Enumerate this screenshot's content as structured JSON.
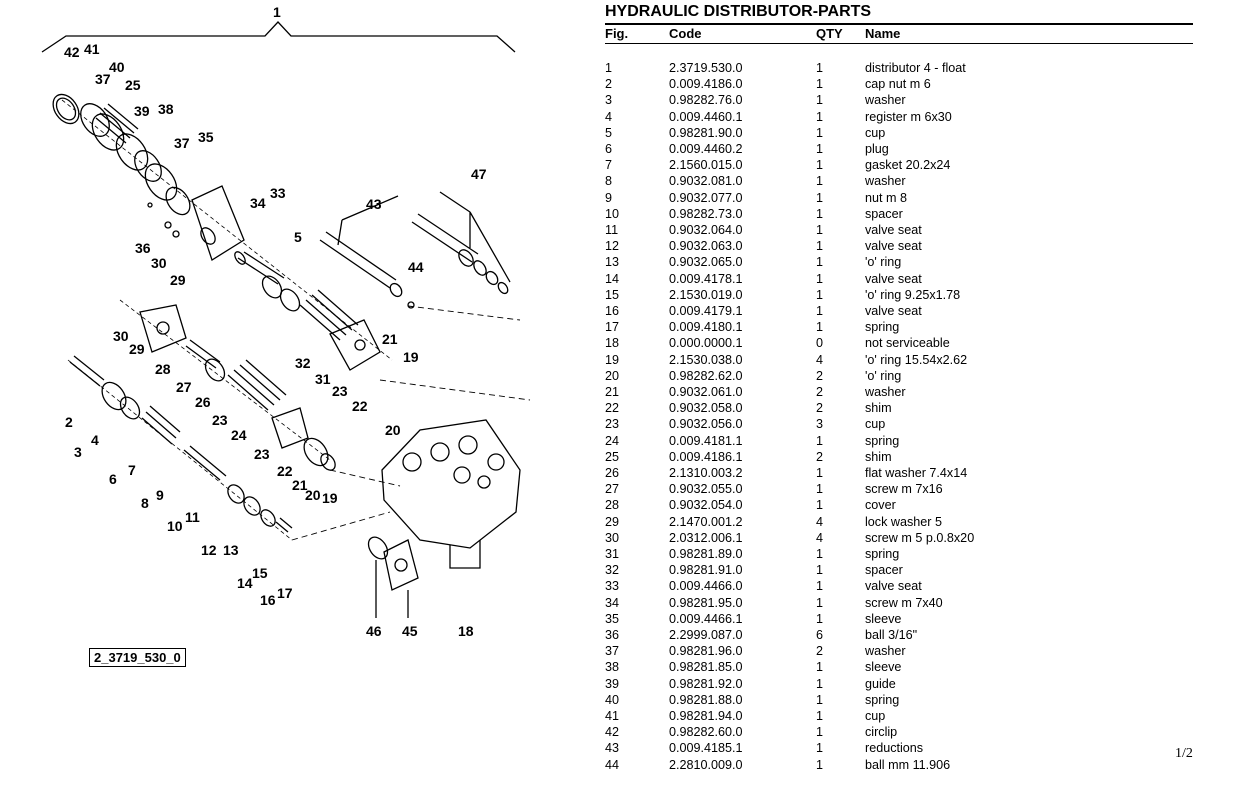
{
  "document": {
    "title": "HYDRAULIC DISTRIBUTOR-PARTS",
    "columns": {
      "fig": "Fig.",
      "code": "Code",
      "qty": "QTY",
      "name": "Name"
    },
    "page_number": "1/2"
  },
  "diagram": {
    "drawing_id": "2_3719_530_0",
    "labels": [
      "1",
      "42",
      "41",
      "40",
      "37",
      "25",
      "39",
      "38",
      "37",
      "35",
      "36",
      "30",
      "29",
      "34",
      "33",
      "5",
      "43",
      "47",
      "44",
      "30",
      "29",
      "28",
      "27",
      "26",
      "23",
      "24",
      "32",
      "31",
      "23",
      "22",
      "21",
      "19",
      "2",
      "4",
      "3",
      "6",
      "7",
      "8",
      "9",
      "10",
      "11",
      "12",
      "13",
      "14",
      "15",
      "16",
      "17",
      "23",
      "22",
      "21",
      "20",
      "19",
      "20",
      "46",
      "45",
      "18"
    ]
  },
  "parts": [
    {
      "fig": "1",
      "code": "2.3719.530.0",
      "qty": "1",
      "name": "distributor 4 - float"
    },
    {
      "fig": "2",
      "code": "0.009.4186.0",
      "qty": "1",
      "name": "cap nut m 6"
    },
    {
      "fig": "3",
      "code": "0.98282.76.0",
      "qty": "1",
      "name": "washer"
    },
    {
      "fig": "4",
      "code": "0.009.4460.1",
      "qty": "1",
      "name": "register m 6x30"
    },
    {
      "fig": "5",
      "code": "0.98281.90.0",
      "qty": "1",
      "name": "cup"
    },
    {
      "fig": "6",
      "code": "0.009.4460.2",
      "qty": "1",
      "name": "plug"
    },
    {
      "fig": "7",
      "code": "2.1560.015.0",
      "qty": "1",
      "name": "gasket 20.2x24"
    },
    {
      "fig": "8",
      "code": "0.9032.081.0",
      "qty": "1",
      "name": "washer"
    },
    {
      "fig": "9",
      "code": "0.9032.077.0",
      "qty": "1",
      "name": "nut m 8"
    },
    {
      "fig": "10",
      "code": "0.98282.73.0",
      "qty": "1",
      "name": "spacer"
    },
    {
      "fig": "11",
      "code": "0.9032.064.0",
      "qty": "1",
      "name": "valve seat"
    },
    {
      "fig": "12",
      "code": "0.9032.063.0",
      "qty": "1",
      "name": "valve seat"
    },
    {
      "fig": "13",
      "code": "0.9032.065.0",
      "qty": "1",
      "name": "'o' ring"
    },
    {
      "fig": "14",
      "code": "0.009.4178.1",
      "qty": "1",
      "name": "valve seat"
    },
    {
      "fig": "15",
      "code": "2.1530.019.0",
      "qty": "1",
      "name": "'o' ring 9.25x1.78"
    },
    {
      "fig": "16",
      "code": "0.009.4179.1",
      "qty": "1",
      "name": "valve seat"
    },
    {
      "fig": "17",
      "code": "0.009.4180.1",
      "qty": "1",
      "name": "spring"
    },
    {
      "fig": "18",
      "code": "0.000.0000.1",
      "qty": "0",
      "name": "not serviceable"
    },
    {
      "fig": "19",
      "code": "2.1530.038.0",
      "qty": "4",
      "name": "'o' ring 15.54x2.62"
    },
    {
      "fig": "20",
      "code": "0.98282.62.0",
      "qty": "2",
      "name": "'o' ring"
    },
    {
      "fig": "21",
      "code": "0.9032.061.0",
      "qty": "2",
      "name": "washer"
    },
    {
      "fig": "22",
      "code": "0.9032.058.0",
      "qty": "2",
      "name": "shim"
    },
    {
      "fig": "23",
      "code": "0.9032.056.0",
      "qty": "3",
      "name": "cup"
    },
    {
      "fig": "24",
      "code": "0.009.4181.1",
      "qty": "1",
      "name": "spring"
    },
    {
      "fig": "25",
      "code": "0.009.4186.1",
      "qty": "2",
      "name": "shim"
    },
    {
      "fig": "26",
      "code": "2.1310.003.2",
      "qty": "1",
      "name": "flat washer 7.4x14"
    },
    {
      "fig": "27",
      "code": "0.9032.055.0",
      "qty": "1",
      "name": "screw m 7x16"
    },
    {
      "fig": "28",
      "code": "0.9032.054.0",
      "qty": "1",
      "name": "cover"
    },
    {
      "fig": "29",
      "code": "2.1470.001.2",
      "qty": "4",
      "name": "lock washer 5"
    },
    {
      "fig": "30",
      "code": "2.0312.006.1",
      "qty": "4",
      "name": "screw m 5 p.0.8x20"
    },
    {
      "fig": "31",
      "code": "0.98281.89.0",
      "qty": "1",
      "name": "spring"
    },
    {
      "fig": "32",
      "code": "0.98281.91.0",
      "qty": "1",
      "name": "spacer"
    },
    {
      "fig": "33",
      "code": "0.009.4466.0",
      "qty": "1",
      "name": "valve seat"
    },
    {
      "fig": "34",
      "code": "0.98281.95.0",
      "qty": "1",
      "name": "screw m 7x40"
    },
    {
      "fig": "35",
      "code": "0.009.4466.1",
      "qty": "1",
      "name": "sleeve"
    },
    {
      "fig": "36",
      "code": "2.2999.087.0",
      "qty": "6",
      "name": "ball 3/16\""
    },
    {
      "fig": "37",
      "code": "0.98281.96.0",
      "qty": "2",
      "name": "washer"
    },
    {
      "fig": "38",
      "code": "0.98281.85.0",
      "qty": "1",
      "name": "sleeve"
    },
    {
      "fig": "39",
      "code": "0.98281.92.0",
      "qty": "1",
      "name": "guide"
    },
    {
      "fig": "40",
      "code": "0.98281.88.0",
      "qty": "1",
      "name": "spring"
    },
    {
      "fig": "41",
      "code": "0.98281.94.0",
      "qty": "1",
      "name": "cup"
    },
    {
      "fig": "42",
      "code": "0.98282.60.0",
      "qty": "1",
      "name": "circlip"
    },
    {
      "fig": "43",
      "code": "0.009.4185.1",
      "qty": "1",
      "name": "reductions"
    },
    {
      "fig": "44",
      "code": "2.2810.009.0",
      "qty": "1",
      "name": "ball mm 11.906"
    }
  ]
}
